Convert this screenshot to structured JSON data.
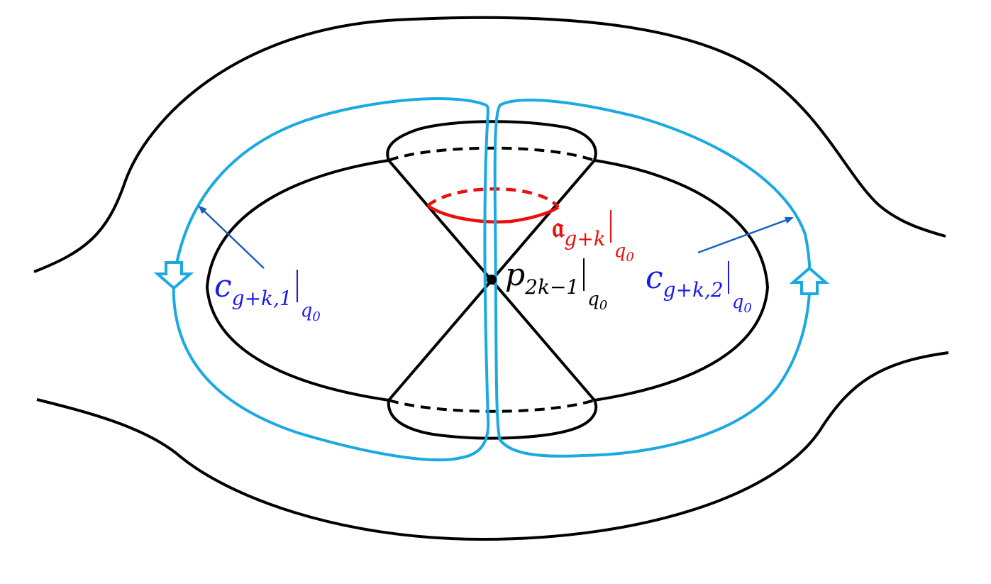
{
  "colors": {
    "outline": "#000000",
    "cycle_cyan": "#1aa9e0",
    "label_blue": "#1a1aee",
    "label_red": "#e81010",
    "pointer_blue": "#1560c0"
  },
  "labels": {
    "c1": {
      "base": "c",
      "sub": "g+k,1",
      "restrict": "q",
      "restrict_sub": "0"
    },
    "c2": {
      "base": "c",
      "sub": "g+k,2",
      "restrict": "q",
      "restrict_sub": "0"
    },
    "a": {
      "base": "𝔞",
      "sub": "g+k",
      "restrict": "q",
      "restrict_sub": "0"
    },
    "p": {
      "base": "p",
      "sub": "2k−1",
      "restrict": "q",
      "restrict_sub": "0"
    }
  }
}
